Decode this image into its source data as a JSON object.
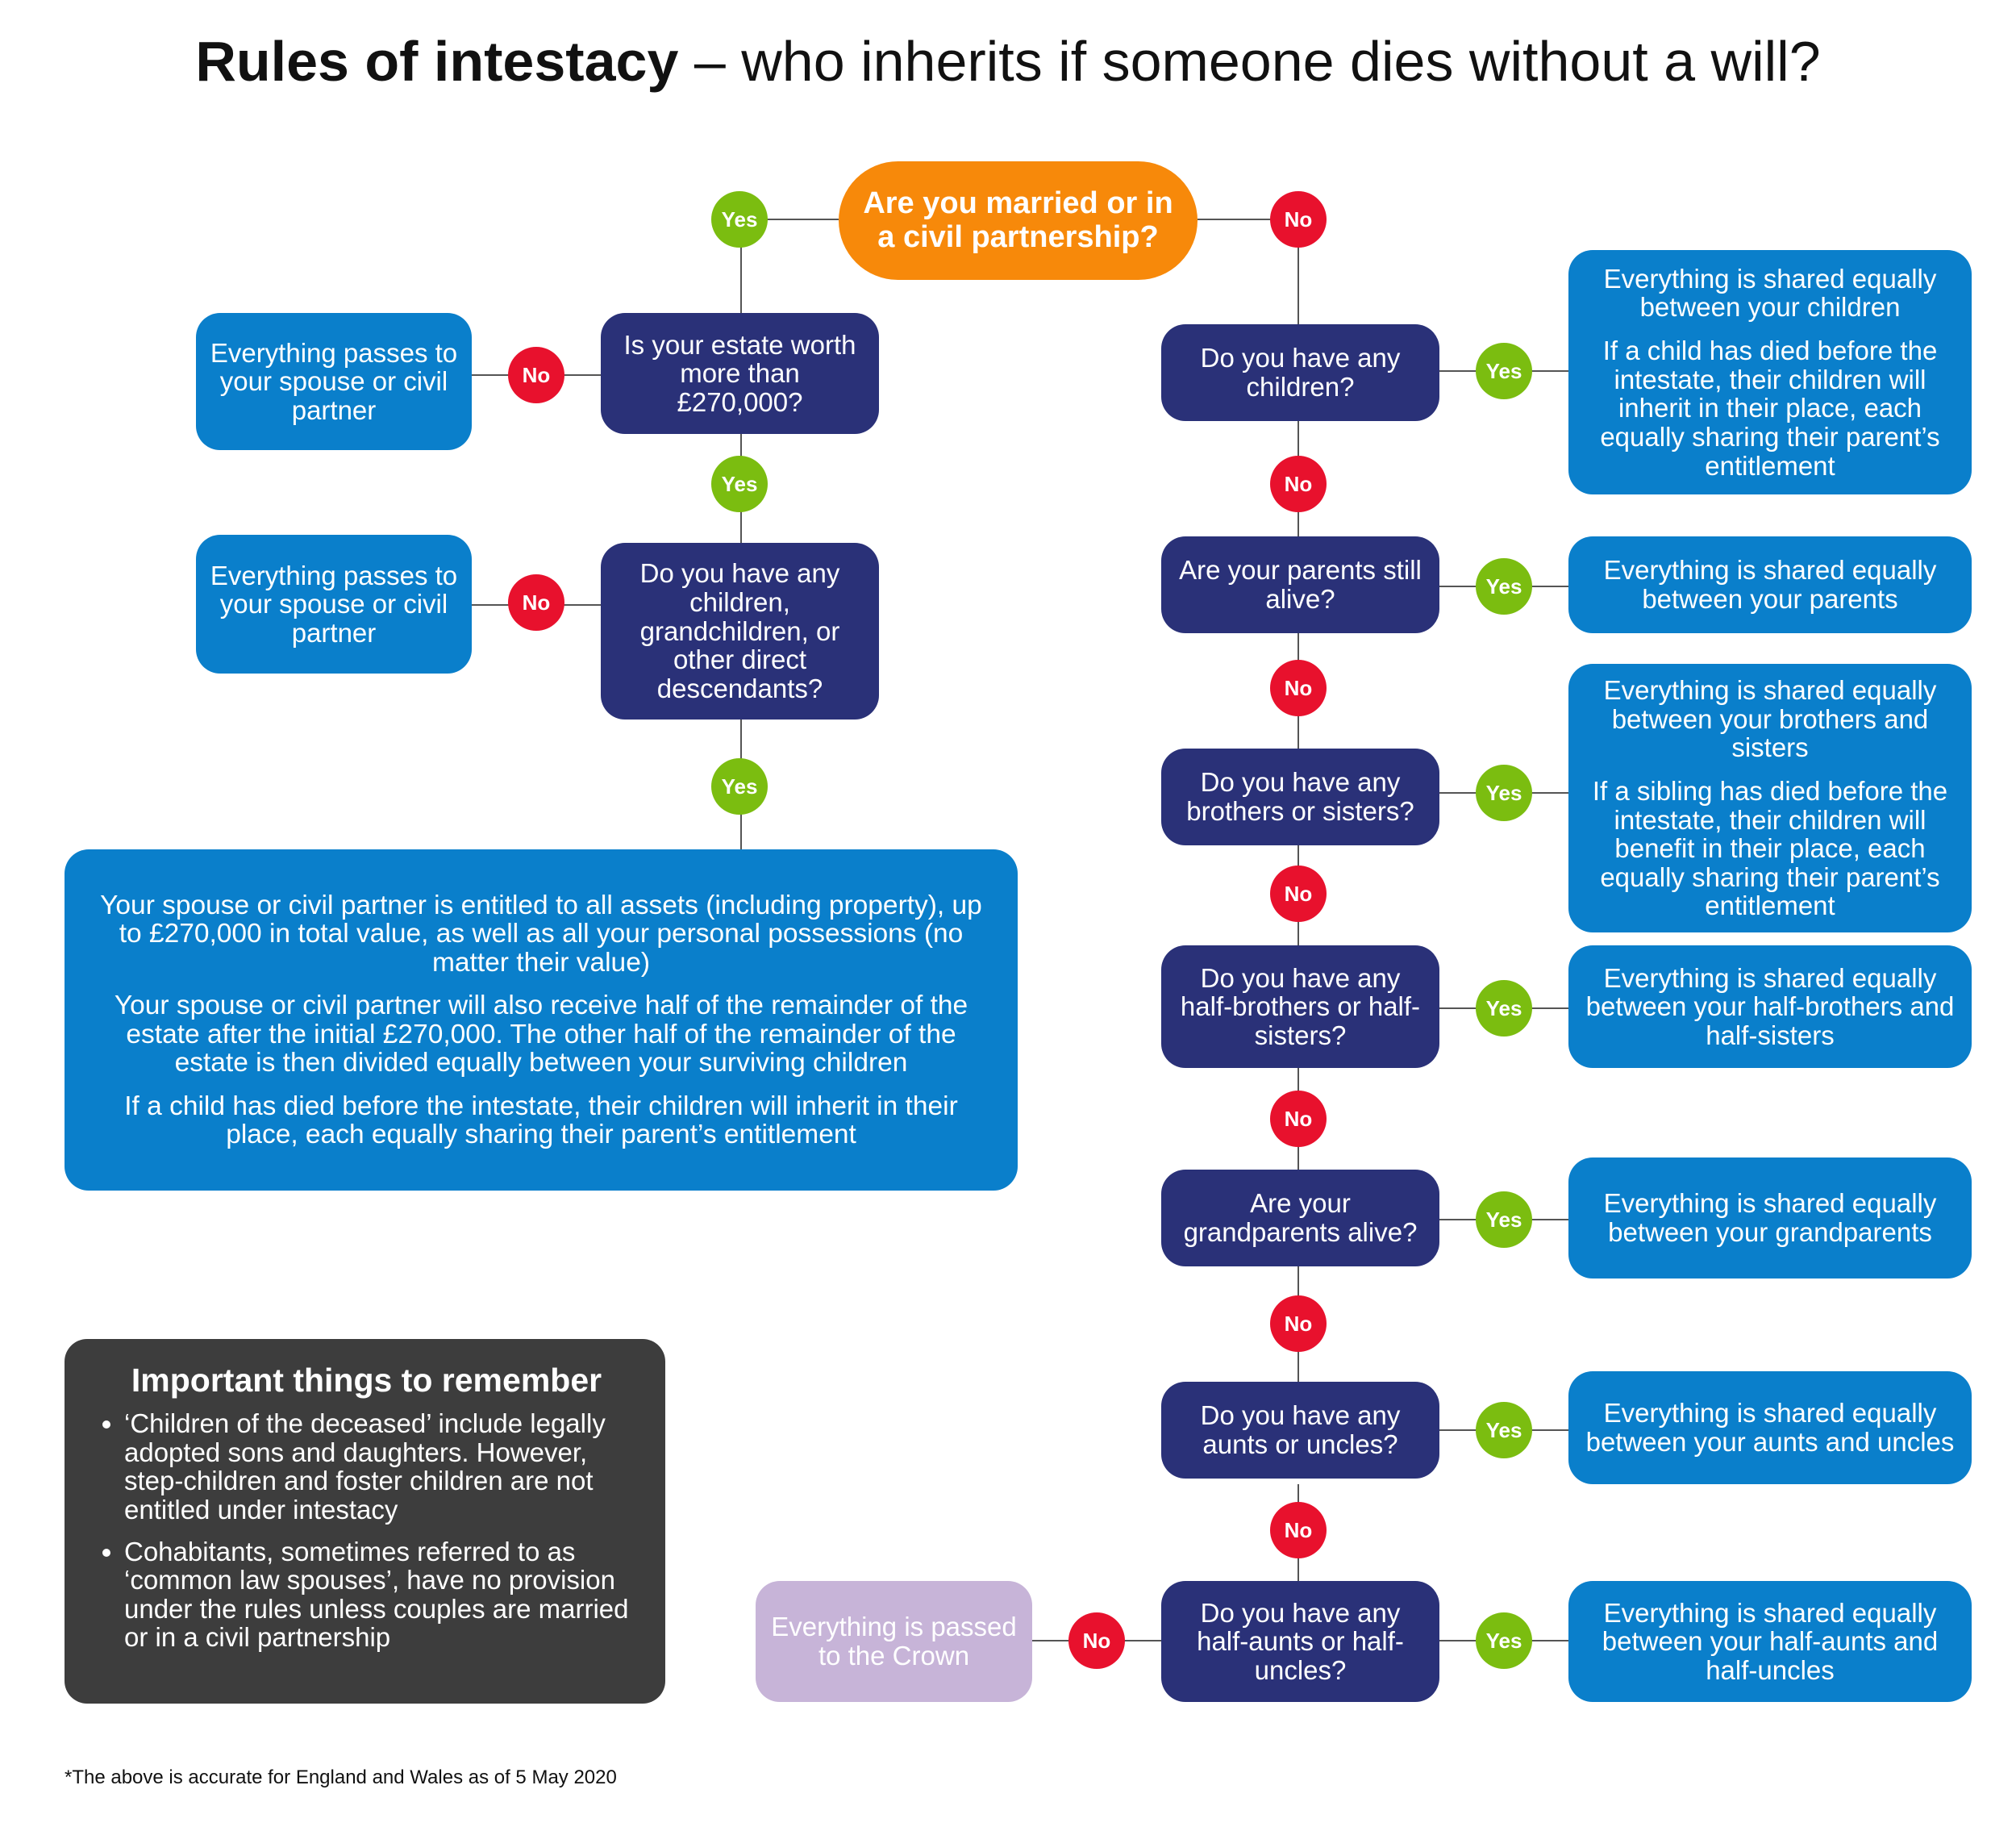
{
  "title": {
    "bold": "Rules of intestacy",
    "rest": " – who inherits if someone dies without a will?"
  },
  "labels": {
    "yes": "Yes",
    "no": "No"
  },
  "start": {
    "question": "Are you married or in a civil partnership?"
  },
  "married_path": {
    "q_estate": "Is your estate worth more than £270,000?",
    "r_estate_no": "Everything passes to your spouse or civil partner",
    "q_descendants": "Do you have any children, grandchildren, or other direct descendants?",
    "r_descendants_no": "Everything passes to your spouse or civil partner",
    "r_descendants_yes": [
      "Your spouse or civil partner is entitled to all assets (including property), up to £270,000 in total value, as well as all your personal possessions (no matter their value)",
      "Your spouse or civil partner will also receive half of the remainder of the estate after the initial £270,000. The other half of the remainder of the estate is then divided equally between your surviving children",
      "If a child has died before the intestate, their children will inherit in their place, each equally sharing their parent’s entitlement"
    ]
  },
  "unmarried_path": {
    "q_children": "Do you have any children?",
    "r_children": [
      "Everything is shared equally between your children",
      "If a child has died before the intestate, their children will inherit in their place, each equally sharing their parent’s entitlement"
    ],
    "q_parents": "Are your parents still alive?",
    "r_parents": "Everything is shared equally between your parents",
    "q_siblings": "Do you have any brothers or sisters?",
    "r_siblings": [
      "Everything is shared equally between your brothers and sisters",
      "If a sibling has died before the intestate, their children will benefit in their place, each equally sharing their parent’s entitlement"
    ],
    "q_half_siblings": "Do you have any half-brothers or half-sisters?",
    "r_half_siblings": "Everything is shared equally between your half-brothers and half-sisters",
    "q_grandparents": "Are your grandparents alive?",
    "r_grandparents": "Everything is shared equally between your grandparents",
    "q_aunts": "Do you have any aunts or uncles?",
    "r_aunts": "Everything is shared equally between your aunts and uncles",
    "q_half_aunts": "Do you have any half-aunts or half-uncles?",
    "r_half_aunts": "Everything is shared equally between your half-aunts and half-uncles",
    "r_crown": "Everything is passed to the Crown"
  },
  "notes": {
    "heading": "Important things to remember",
    "items": [
      "‘Children of the deceased’ include legally adopted sons and daughters. However, step-children and foster children are not entitled under intestacy",
      "Cohabitants, sometimes referred to as ‘common law spouses’, have no provision under the rules unless couples are married or in a civil partnership"
    ]
  },
  "footnote": "*The above is accurate for England and Wales as of 5 May 2020",
  "colors": {
    "question": "#2a3178",
    "result": "#0a7fcb",
    "start": "#f7890a",
    "yes": "#7bbd10",
    "no": "#e8112d",
    "crown": "#c7b4d8",
    "notes": "#3d3d3d"
  }
}
